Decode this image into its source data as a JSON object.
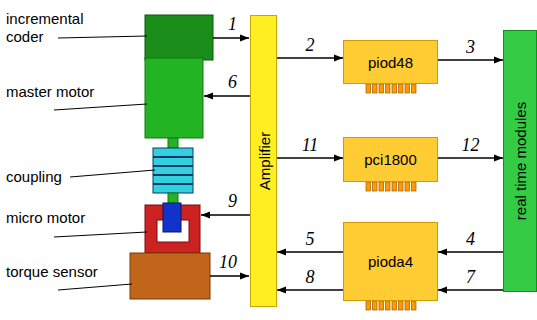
{
  "diagram": {
    "nodes": [
      {
        "text": [
          "Amplifier"
        ]
      },
      {
        "text": [
          "piod48"
        ]
      },
      {
        "text": [
          "pci1800"
        ]
      },
      {
        "text": [
          "pioda4"
        ]
      },
      {
        "text": [
          "real time modules"
        ]
      }
    ],
    "edges": [
      {
        "from": 0,
        "to": 1,
        "label": "2",
        "arrow": "to"
      },
      {
        "from": 1,
        "to": 4,
        "label": "3",
        "arrow": "to"
      },
      {
        "from": 0,
        "to": 2,
        "label": "11",
        "arrow": "to"
      },
      {
        "from": 2,
        "to": 4,
        "label": "12",
        "arrow": "to"
      },
      {
        "from": 4,
        "to": 3,
        "label": "4",
        "arrow": "to"
      },
      {
        "from": 3,
        "to": 0,
        "label": "5",
        "arrow": "to"
      },
      {
        "from": 4,
        "to": 3,
        "label": "7",
        "arrow": "to"
      },
      {
        "from": 3,
        "to": 0,
        "label": "8",
        "arrow": "to"
      }
    ],
    "labels": [
      "incremental coder",
      "master motor",
      "coupling",
      "micro motor",
      "torque sensor",
      "1",
      "6",
      "9",
      "10"
    ]
  }
}
